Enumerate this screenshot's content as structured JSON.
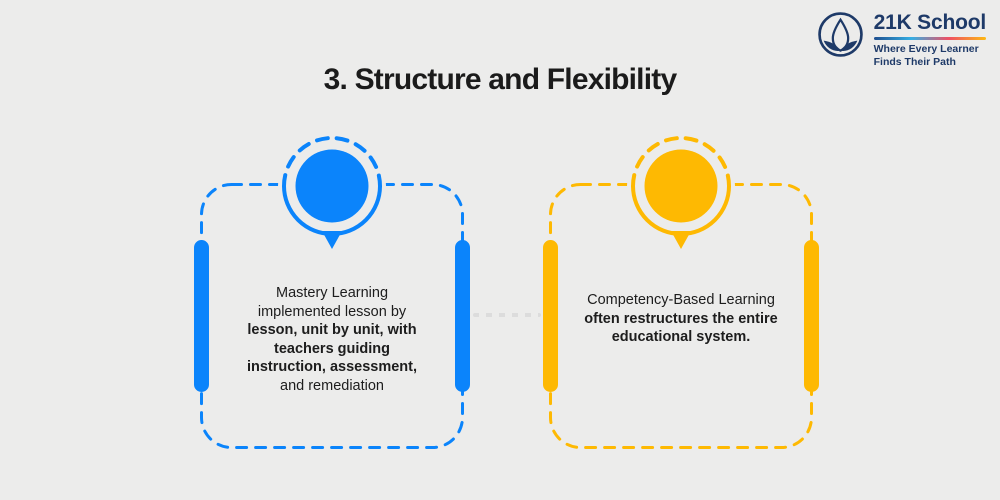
{
  "theme": {
    "background": "#ececeb",
    "blue": "#0b84fb",
    "yellow": "#feb902",
    "navy": "#1e3a68",
    "text_dark": "#1b1b1b",
    "connector_gray": "#dcdcdc",
    "gradient": [
      "#1e4f8f",
      "#35aee3",
      "#ef4f63",
      "#fdb913"
    ]
  },
  "header": {
    "title": "3. Structure and Flexibility"
  },
  "logo": {
    "name": "21K School",
    "tagline_line1": "Where Every Learner",
    "tagline_line2": "Finds Their Path",
    "icon": "lotus-circle-icon"
  },
  "cards": [
    {
      "id": "mastery-learning",
      "accent": "#0b84fb",
      "lines": [
        {
          "text": "Mastery Learning",
          "bold": false
        },
        {
          "text": "implemented lesson by",
          "bold": false
        },
        {
          "text": "lesson, unit by unit, with",
          "bold": true
        },
        {
          "text": "teachers guiding",
          "bold": true
        },
        {
          "text": "instruction, assessment,",
          "bold": true
        },
        {
          "text": "and remediation",
          "bold": false
        }
      ]
    },
    {
      "id": "competency-based-learning",
      "accent": "#feb902",
      "lines": [
        {
          "text": "Competency-Based Learning",
          "bold": false
        },
        {
          "text": "often restructures the entire",
          "bold": true
        },
        {
          "text": "educational system.",
          "bold": true
        }
      ]
    }
  ]
}
